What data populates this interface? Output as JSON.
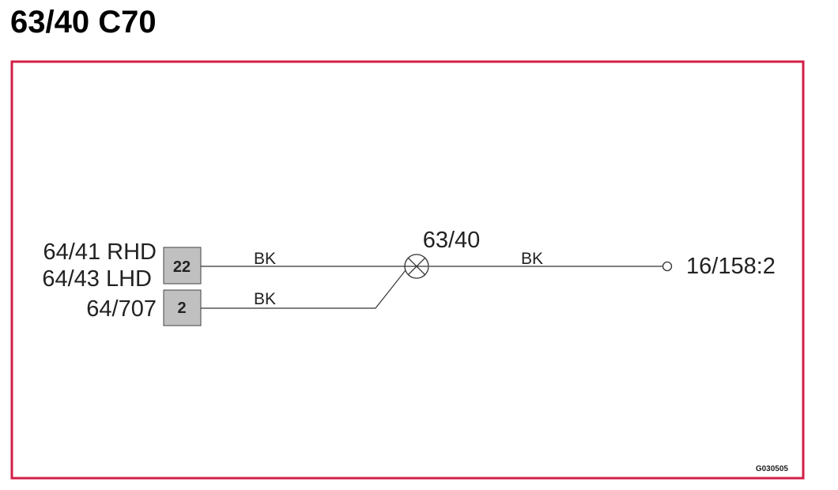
{
  "title": "63/40 C70",
  "colors": {
    "frame": "#d21f47",
    "wire": "#333333",
    "connector_fill": "#c0c0c0"
  },
  "left_connectors": [
    {
      "pin": "22",
      "references": [
        "64/41 RHD",
        "64/43 LHD"
      ],
      "wire_color": "BK"
    },
    {
      "pin": "2",
      "references": [
        "64/707"
      ],
      "wire_color": "BK"
    }
  ],
  "component": {
    "id": "63/40",
    "symbol": "lamp-icon"
  },
  "output": {
    "wire_color": "BK",
    "terminal": "16/158:2",
    "symbol": "terminal-circle-icon"
  },
  "figure_code": "G030505"
}
